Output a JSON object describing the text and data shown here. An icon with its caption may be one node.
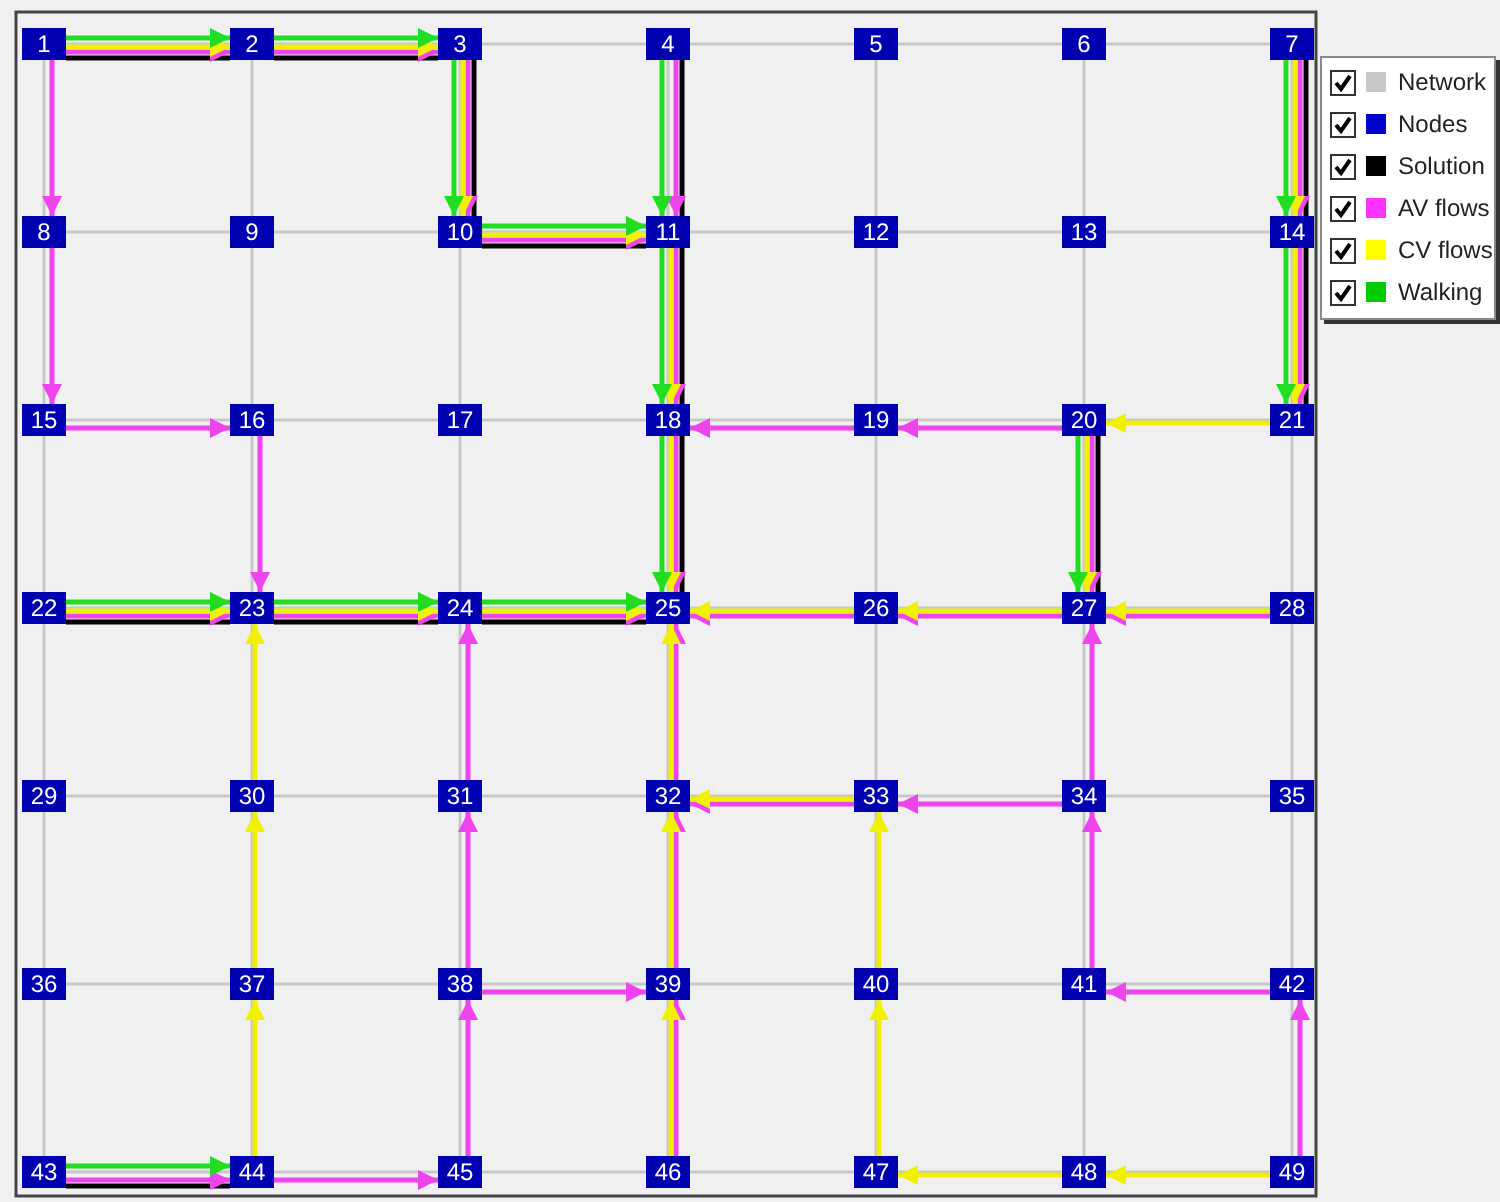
{
  "diagram": {
    "nodes": [
      {
        "text": [
          "1"
        ]
      },
      {
        "text": [
          "2"
        ]
      },
      {
        "text": [
          "3"
        ]
      },
      {
        "text": [
          "4"
        ]
      },
      {
        "text": [
          "5"
        ]
      },
      {
        "text": [
          "6"
        ]
      },
      {
        "text": [
          "7"
        ]
      },
      {
        "text": [
          "8"
        ]
      },
      {
        "text": [
          "9"
        ]
      },
      {
        "text": [
          "10"
        ]
      },
      {
        "text": [
          "11"
        ]
      },
      {
        "text": [
          "12"
        ]
      },
      {
        "text": [
          "13"
        ]
      },
      {
        "text": [
          "14"
        ]
      },
      {
        "text": [
          "15"
        ]
      },
      {
        "text": [
          "16"
        ]
      },
      {
        "text": [
          "17"
        ]
      },
      {
        "text": [
          "18"
        ]
      },
      {
        "text": [
          "19"
        ]
      },
      {
        "text": [
          "20"
        ]
      },
      {
        "text": [
          "21"
        ]
      },
      {
        "text": [
          "22"
        ]
      },
      {
        "text": [
          "23"
        ]
      },
      {
        "text": [
          "24"
        ]
      },
      {
        "text": [
          "25"
        ]
      },
      {
        "text": [
          "26"
        ]
      },
      {
        "text": [
          "27"
        ]
      },
      {
        "text": [
          "28"
        ]
      },
      {
        "text": [
          "29"
        ]
      },
      {
        "text": [
          "30"
        ]
      },
      {
        "text": [
          "31"
        ]
      },
      {
        "text": [
          "32"
        ]
      },
      {
        "text": [
          "33"
        ]
      },
      {
        "text": [
          "34"
        ]
      },
      {
        "text": [
          "35"
        ]
      },
      {
        "text": [
          "36"
        ]
      },
      {
        "text": [
          "37"
        ]
      },
      {
        "text": [
          "38"
        ]
      },
      {
        "text": [
          "39"
        ]
      },
      {
        "text": [
          "40"
        ]
      },
      {
        "text": [
          "41"
        ]
      },
      {
        "text": [
          "42"
        ]
      },
      {
        "text": [
          "43"
        ]
      },
      {
        "text": [
          "44"
        ]
      },
      {
        "text": [
          "45"
        ]
      },
      {
        "text": [
          "46"
        ]
      },
      {
        "text": [
          "47"
        ]
      },
      {
        "text": [
          "48"
        ]
      },
      {
        "text": [
          "49"
        ]
      }
    ],
    "edges": [
      {
        "from": 0,
        "to": 1,
        "arrow": "none"
      },
      {
        "from": 1,
        "to": 2,
        "arrow": "none"
      },
      {
        "from": 2,
        "to": 3,
        "arrow": "none"
      },
      {
        "from": 3,
        "to": 4,
        "arrow": "none"
      },
      {
        "from": 4,
        "to": 5,
        "arrow": "none"
      },
      {
        "from": 5,
        "to": 6,
        "arrow": "none"
      },
      {
        "from": 7,
        "to": 8,
        "arrow": "none"
      },
      {
        "from": 8,
        "to": 9,
        "arrow": "none"
      },
      {
        "from": 9,
        "to": 10,
        "arrow": "none"
      },
      {
        "from": 10,
        "to": 11,
        "arrow": "none"
      },
      {
        "from": 11,
        "to": 12,
        "arrow": "none"
      },
      {
        "from": 12,
        "to": 13,
        "arrow": "none"
      },
      {
        "from": 14,
        "to": 15,
        "arrow": "none"
      },
      {
        "from": 15,
        "to": 16,
        "arrow": "none"
      },
      {
        "from": 16,
        "to": 17,
        "arrow": "none"
      },
      {
        "from": 17,
        "to": 18,
        "arrow": "none"
      },
      {
        "from": 18,
        "to": 19,
        "arrow": "none"
      },
      {
        "from": 19,
        "to": 20,
        "arrow": "none"
      },
      {
        "from": 21,
        "to": 22,
        "arrow": "none"
      },
      {
        "from": 22,
        "to": 23,
        "arrow": "none"
      },
      {
        "from": 23,
        "to": 24,
        "arrow": "none"
      },
      {
        "from": 24,
        "to": 25,
        "arrow": "none"
      },
      {
        "from": 25,
        "to": 26,
        "arrow": "none"
      },
      {
        "from": 26,
        "to": 27,
        "arrow": "none"
      },
      {
        "from": 28,
        "to": 29,
        "arrow": "none"
      },
      {
        "from": 29,
        "to": 30,
        "arrow": "none"
      },
      {
        "from": 30,
        "to": 31,
        "arrow": "none"
      },
      {
        "from": 31,
        "to": 32,
        "arrow": "none"
      },
      {
        "from": 32,
        "to": 33,
        "arrow": "none"
      },
      {
        "from": 33,
        "to": 34,
        "arrow": "none"
      },
      {
        "from": 35,
        "to": 36,
        "arrow": "none"
      },
      {
        "from": 36,
        "to": 37,
        "arrow": "none"
      },
      {
        "from": 37,
        "to": 38,
        "arrow": "none"
      },
      {
        "from": 38,
        "to": 39,
        "arrow": "none"
      },
      {
        "from": 39,
        "to": 40,
        "arrow": "none"
      },
      {
        "from": 40,
        "to": 41,
        "arrow": "none"
      },
      {
        "from": 42,
        "to": 43,
        "arrow": "none"
      },
      {
        "from": 43,
        "to": 44,
        "arrow": "none"
      },
      {
        "from": 44,
        "to": 45,
        "arrow": "none"
      },
      {
        "from": 45,
        "to": 46,
        "arrow": "none"
      },
      {
        "from": 46,
        "to": 47,
        "arrow": "none"
      },
      {
        "from": 47,
        "to": 48,
        "arrow": "none"
      },
      {
        "from": 0,
        "to": 7,
        "arrow": "none"
      },
      {
        "from": 1,
        "to": 8,
        "arrow": "none"
      },
      {
        "from": 2,
        "to": 9,
        "arrow": "none"
      },
      {
        "from": 3,
        "to": 10,
        "arrow": "none"
      },
      {
        "from": 4,
        "to": 11,
        "arrow": "none"
      },
      {
        "from": 5,
        "to": 12,
        "arrow": "none"
      },
      {
        "from": 6,
        "to": 13,
        "arrow": "none"
      },
      {
        "from": 7,
        "to": 14,
        "arrow": "none"
      },
      {
        "from": 8,
        "to": 15,
        "arrow": "none"
      },
      {
        "from": 9,
        "to": 16,
        "arrow": "none"
      },
      {
        "from": 10,
        "to": 17,
        "arrow": "none"
      },
      {
        "from": 11,
        "to": 18,
        "arrow": "none"
      },
      {
        "from": 12,
        "to": 19,
        "arrow": "none"
      },
      {
        "from": 13,
        "to": 20,
        "arrow": "none"
      },
      {
        "from": 14,
        "to": 21,
        "arrow": "none"
      },
      {
        "from": 15,
        "to": 22,
        "arrow": "none"
      },
      {
        "from": 16,
        "to": 23,
        "arrow": "none"
      },
      {
        "from": 17,
        "to": 24,
        "arrow": "none"
      },
      {
        "from": 18,
        "to": 25,
        "arrow": "none"
      },
      {
        "from": 19,
        "to": 26,
        "arrow": "none"
      },
      {
        "from": 20,
        "to": 27,
        "arrow": "none"
      },
      {
        "from": 21,
        "to": 28,
        "arrow": "none"
      },
      {
        "from": 22,
        "to": 29,
        "arrow": "none"
      },
      {
        "from": 23,
        "to": 30,
        "arrow": "none"
      },
      {
        "from": 24,
        "to": 31,
        "arrow": "none"
      },
      {
        "from": 25,
        "to": 32,
        "arrow": "none"
      },
      {
        "from": 26,
        "to": 33,
        "arrow": "none"
      },
      {
        "from": 27,
        "to": 34,
        "arrow": "none"
      },
      {
        "from": 28,
        "to": 35,
        "arrow": "none"
      },
      {
        "from": 29,
        "to": 36,
        "arrow": "none"
      },
      {
        "from": 30,
        "to": 37,
        "arrow": "none"
      },
      {
        "from": 31,
        "to": 38,
        "arrow": "none"
      },
      {
        "from": 32,
        "to": 39,
        "arrow": "none"
      },
      {
        "from": 33,
        "to": 40,
        "arrow": "none"
      },
      {
        "from": 34,
        "to": 41,
        "arrow": "none"
      },
      {
        "from": 35,
        "to": 42,
        "arrow": "none"
      },
      {
        "from": 36,
        "to": 43,
        "arrow": "none"
      },
      {
        "from": 37,
        "to": 44,
        "arrow": "none"
      },
      {
        "from": 38,
        "to": 45,
        "arrow": "none"
      },
      {
        "from": 39,
        "to": 46,
        "arrow": "none"
      },
      {
        "from": 40,
        "to": 47,
        "arrow": "none"
      },
      {
        "from": 41,
        "to": 48,
        "arrow": "none"
      },
      {
        "from": 0,
        "to": 1,
        "arrow": "none",
        "color": "#000000"
      },
      {
        "from": 1,
        "to": 2,
        "arrow": "none",
        "color": "#000000"
      },
      {
        "from": 2,
        "to": 9,
        "arrow": "none",
        "color": "#000000"
      },
      {
        "from": 9,
        "to": 10,
        "arrow": "none",
        "color": "#000000"
      },
      {
        "from": 3,
        "to": 10,
        "arrow": "none",
        "color": "#000000"
      },
      {
        "from": 10,
        "to": 17,
        "arrow": "none",
        "color": "#000000"
      },
      {
        "from": 17,
        "to": 24,
        "arrow": "none",
        "color": "#000000"
      },
      {
        "from": 21,
        "to": 22,
        "arrow": "none",
        "color": "#000000"
      },
      {
        "from": 22,
        "to": 23,
        "arrow": "none",
        "color": "#000000"
      },
      {
        "from": 23,
        "to": 24,
        "arrow": "none",
        "color": "#000000"
      },
      {
        "from": 6,
        "to": 13,
        "arrow": "none",
        "color": "#000000"
      },
      {
        "from": 13,
        "to": 20,
        "arrow": "none",
        "color": "#000000"
      },
      {
        "from": 19,
        "to": 26,
        "arrow": "none",
        "color": "#000000"
      },
      {
        "from": 42,
        "to": 43,
        "arrow": "none",
        "color": "#000000"
      },
      {
        "from": 0,
        "to": 1,
        "arrow": "to",
        "color": "#ee44ee"
      },
      {
        "from": 1,
        "to": 2,
        "arrow": "to",
        "color": "#ee44ee"
      },
      {
        "from": 2,
        "to": 9,
        "arrow": "to",
        "color": "#ee44ee"
      },
      {
        "from": 9,
        "to": 10,
        "arrow": "to",
        "color": "#ee44ee"
      },
      {
        "from": 3,
        "to": 10,
        "arrow": "to",
        "color": "#ee44ee"
      },
      {
        "from": 10,
        "to": 17,
        "arrow": "to",
        "color": "#ee44ee"
      },
      {
        "from": 17,
        "to": 24,
        "arrow": "to",
        "color": "#ee44ee"
      },
      {
        "from": 0,
        "to": 7,
        "arrow": "to",
        "color": "#ee44ee"
      },
      {
        "from": 7,
        "to": 14,
        "arrow": "to",
        "color": "#ee44ee"
      },
      {
        "from": 14,
        "to": 15,
        "arrow": "to",
        "color": "#ee44ee"
      },
      {
        "from": 15,
        "to": 22,
        "arrow": "to",
        "color": "#ee44ee"
      },
      {
        "from": 21,
        "to": 22,
        "arrow": "to",
        "color": "#ee44ee"
      },
      {
        "from": 22,
        "to": 23,
        "arrow": "to",
        "color": "#ee44ee"
      },
      {
        "from": 23,
        "to": 24,
        "arrow": "to",
        "color": "#ee44ee"
      },
      {
        "from": 6,
        "to": 13,
        "arrow": "to",
        "color": "#ee44ee"
      },
      {
        "from": 13,
        "to": 20,
        "arrow": "to",
        "color": "#ee44ee"
      },
      {
        "from": 19,
        "to": 18,
        "arrow": "to",
        "color": "#ee44ee"
      },
      {
        "from": 18,
        "to": 17,
        "arrow": "to",
        "color": "#ee44ee"
      },
      {
        "from": 19,
        "to": 26,
        "arrow": "to",
        "color": "#ee44ee"
      },
      {
        "from": 27,
        "to": 26,
        "arrow": "to",
        "color": "#ee44ee"
      },
      {
        "from": 26,
        "to": 25,
        "arrow": "to",
        "color": "#ee44ee"
      },
      {
        "from": 25,
        "to": 24,
        "arrow": "to",
        "color": "#ee44ee"
      },
      {
        "from": 30,
        "to": 23,
        "arrow": "to",
        "color": "#ee44ee"
      },
      {
        "from": 37,
        "to": 30,
        "arrow": "to",
        "color": "#ee44ee"
      },
      {
        "from": 44,
        "to": 37,
        "arrow": "to",
        "color": "#ee44ee"
      },
      {
        "from": 43,
        "to": 44,
        "arrow": "to",
        "color": "#ee44ee"
      },
      {
        "from": 42,
        "to": 43,
        "arrow": "to",
        "color": "#ee44ee"
      },
      {
        "from": 37,
        "to": 38,
        "arrow": "to",
        "color": "#ee44ee"
      },
      {
        "from": 45,
        "to": 38,
        "arrow": "to",
        "color": "#ee44ee"
      },
      {
        "from": 38,
        "to": 31,
        "arrow": "to",
        "color": "#ee44ee"
      },
      {
        "from": 31,
        "to": 24,
        "arrow": "to",
        "color": "#ee44ee"
      },
      {
        "from": 33,
        "to": 32,
        "arrow": "to",
        "color": "#ee44ee"
      },
      {
        "from": 32,
        "to": 31,
        "arrow": "to",
        "color": "#ee44ee"
      },
      {
        "from": 40,
        "to": 33,
        "arrow": "to",
        "color": "#ee44ee"
      },
      {
        "from": 33,
        "to": 26,
        "arrow": "to",
        "color": "#ee44ee"
      },
      {
        "from": 41,
        "to": 40,
        "arrow": "to",
        "color": "#ee44ee"
      },
      {
        "from": 48,
        "to": 41,
        "arrow": "to",
        "color": "#ee44ee"
      },
      {
        "from": 0,
        "to": 1,
        "arrow": "to",
        "color": "#f0f000"
      },
      {
        "from": 1,
        "to": 2,
        "arrow": "to",
        "color": "#f0f000"
      },
      {
        "from": 2,
        "to": 9,
        "arrow": "to",
        "color": "#f0f000"
      },
      {
        "from": 9,
        "to": 10,
        "arrow": "to",
        "color": "#f0f000"
      },
      {
        "from": 10,
        "to": 17,
        "arrow": "to",
        "color": "#f0f000"
      },
      {
        "from": 17,
        "to": 24,
        "arrow": "to",
        "color": "#f0f000"
      },
      {
        "from": 6,
        "to": 13,
        "arrow": "to",
        "color": "#f0f000"
      },
      {
        "from": 13,
        "to": 20,
        "arrow": "to",
        "color": "#f0f000"
      },
      {
        "from": 20,
        "to": 19,
        "arrow": "to",
        "color": "#f0f000"
      },
      {
        "from": 19,
        "to": 26,
        "arrow": "to",
        "color": "#f0f000"
      },
      {
        "from": 21,
        "to": 22,
        "arrow": "to",
        "color": "#f0f000"
      },
      {
        "from": 22,
        "to": 23,
        "arrow": "to",
        "color": "#f0f000"
      },
      {
        "from": 23,
        "to": 24,
        "arrow": "to",
        "color": "#f0f000"
      },
      {
        "from": 27,
        "to": 26,
        "arrow": "to",
        "color": "#f0f000"
      },
      {
        "from": 26,
        "to": 25,
        "arrow": "to",
        "color": "#f0f000"
      },
      {
        "from": 25,
        "to": 24,
        "arrow": "to",
        "color": "#f0f000"
      },
      {
        "from": 43,
        "to": 36,
        "arrow": "to",
        "color": "#f0f000"
      },
      {
        "from": 36,
        "to": 29,
        "arrow": "to",
        "color": "#f0f000"
      },
      {
        "from": 29,
        "to": 22,
        "arrow": "to",
        "color": "#f0f000"
      },
      {
        "from": 45,
        "to": 38,
        "arrow": "to",
        "color": "#f0f000"
      },
      {
        "from": 38,
        "to": 31,
        "arrow": "to",
        "color": "#f0f000"
      },
      {
        "from": 31,
        "to": 24,
        "arrow": "to",
        "color": "#f0f000"
      },
      {
        "from": 32,
        "to": 31,
        "arrow": "to",
        "color": "#f0f000"
      },
      {
        "from": 46,
        "to": 39,
        "arrow": "to",
        "color": "#f0f000"
      },
      {
        "from": 39,
        "to": 32,
        "arrow": "to",
        "color": "#f0f000"
      },
      {
        "from": 48,
        "to": 47,
        "arrow": "to",
        "color": "#f0f000"
      },
      {
        "from": 47,
        "to": 46,
        "arrow": "to",
        "color": "#f0f000"
      },
      {
        "from": 0,
        "to": 1,
        "arrow": "to",
        "color": "#22dd22"
      },
      {
        "from": 1,
        "to": 2,
        "arrow": "to",
        "color": "#22dd22"
      },
      {
        "from": 2,
        "to": 9,
        "arrow": "to",
        "color": "#22dd22"
      },
      {
        "from": 9,
        "to": 10,
        "arrow": "to",
        "color": "#22dd22"
      },
      {
        "from": 3,
        "to": 10,
        "arrow": "to",
        "color": "#22dd22"
      },
      {
        "from": 10,
        "to": 17,
        "arrow": "to",
        "color": "#22dd22"
      },
      {
        "from": 17,
        "to": 24,
        "arrow": "to",
        "color": "#22dd22"
      },
      {
        "from": 6,
        "to": 13,
        "arrow": "to",
        "color": "#22dd22"
      },
      {
        "from": 13,
        "to": 20,
        "arrow": "to",
        "color": "#22dd22"
      },
      {
        "from": 19,
        "to": 26,
        "arrow": "to",
        "color": "#22dd22"
      },
      {
        "from": 21,
        "to": 22,
        "arrow": "to",
        "color": "#22dd22"
      },
      {
        "from": 22,
        "to": 23,
        "arrow": "to",
        "color": "#22dd22"
      },
      {
        "from": 23,
        "to": 24,
        "arrow": "to",
        "color": "#22dd22"
      },
      {
        "from": 42,
        "to": 43,
        "arrow": "to",
        "color": "#22dd22"
      }
    ],
    "legend": [
      {
        "text": "Network",
        "color": "#c8c8c8"
      },
      {
        "text": "Nodes",
        "color": "#0000cc"
      },
      {
        "text": "Solution",
        "color": "#000000"
      },
      {
        "text": "AV flows",
        "color": "#ff33ff"
      },
      {
        "text": "CV flows",
        "color": "#ffff00"
      },
      {
        "text": "Walking",
        "color": "#00cc00"
      }
    ]
  }
}
